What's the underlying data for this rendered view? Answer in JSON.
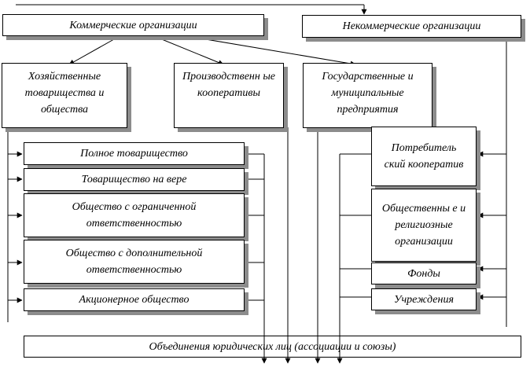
{
  "top_level": {
    "commercial": "Коммерческие организации",
    "noncommercial": "Некоммерческие организации"
  },
  "commercial_groups": {
    "economic": "Хозяйственные товарищества и общества",
    "cooperatives": "Производственн ые кооперативы",
    "state": "Государственные и муниципальные предприятия"
  },
  "economic_forms": {
    "full": "Полное товарищество",
    "trust": "Товарищество на вере",
    "llc": "Общество с ограниченной ответственностью",
    "alc": "Общество с дополнительной ответственностью",
    "jsc": "Акционерное общество"
  },
  "noncommercial_forms": {
    "consumer": "Потребитель ский кооператив",
    "religious": "Общественны е и религиозные организации",
    "funds": "Фонды",
    "institutions": "Учреждения"
  },
  "associations": "Объединения юридических лиц (ассоциации и союзы)"
}
